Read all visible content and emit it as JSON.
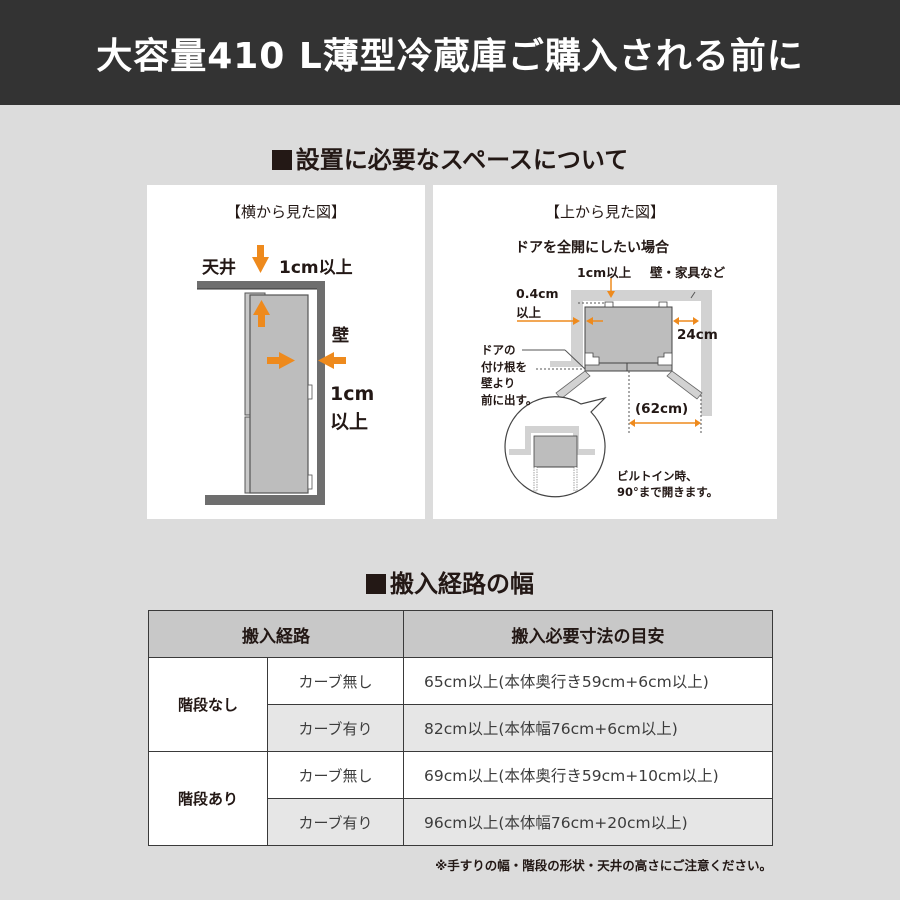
{
  "header": {
    "title": "大容量410 L薄型冷蔵庫ご購入される前に"
  },
  "installation_section": {
    "title": "設置に必要なスペースについて",
    "side_view": {
      "caption": "【横から見た図】",
      "ceiling_label": "天井",
      "ceiling_clearance": "1cm以上",
      "wall_label": "壁",
      "wall_clearance_line1": "1cm",
      "wall_clearance_line2": "以上"
    },
    "top_view": {
      "caption": "【上から見た図】",
      "subtitle": "ドアを全開にしたい場合",
      "top_clearance": "1cm以上",
      "wall_furniture_label": "壁・家具など",
      "side_clearance_line1": "0.4cm",
      "side_clearance_line2": "以上",
      "right_clearance": "24cm",
      "door_note_line1": "ドアの",
      "door_note_line2": "付け根を",
      "door_note_line3": "壁より",
      "door_note_line4": "前に出す。",
      "door_width": "(62cm)",
      "builtin_note_line1": "ビルトイン時、",
      "builtin_note_line2": "90°まで開きます。"
    }
  },
  "carry_in_section": {
    "title": "搬入経路の幅",
    "table": {
      "headers": [
        "搬入経路",
        "搬入必要寸法の目安"
      ],
      "groups": [
        {
          "stairs": "階段なし",
          "rows": [
            {
              "curve": "カーブ無し",
              "requirement": "65cm以上(本体奥行き59cm+6cm以上)"
            },
            {
              "curve": "カーブ有り",
              "requirement": "82cm以上(本体幅76cm+6cm以上)"
            }
          ]
        },
        {
          "stairs": "階段あり",
          "rows": [
            {
              "curve": "カーブ無し",
              "requirement": "69cm以上(本体奥行き59cm+10cm以上)"
            },
            {
              "curve": "カーブ有り",
              "requirement": "96cm以上(本体幅76cm+20cm以上)"
            }
          ]
        }
      ]
    },
    "footnote": "※手すりの幅・階段の形状・天井の高さにご注意ください。"
  },
  "colors": {
    "header_bg": "#333333",
    "page_bg": "#dcdcdc",
    "accent_orange": "#ee8a1d",
    "wall_gray": "#6e6e6e",
    "fridge_gray": "#bdbdbd",
    "table_header_bg": "#c8c8c8",
    "table_row_gray": "#e6e6e6"
  }
}
